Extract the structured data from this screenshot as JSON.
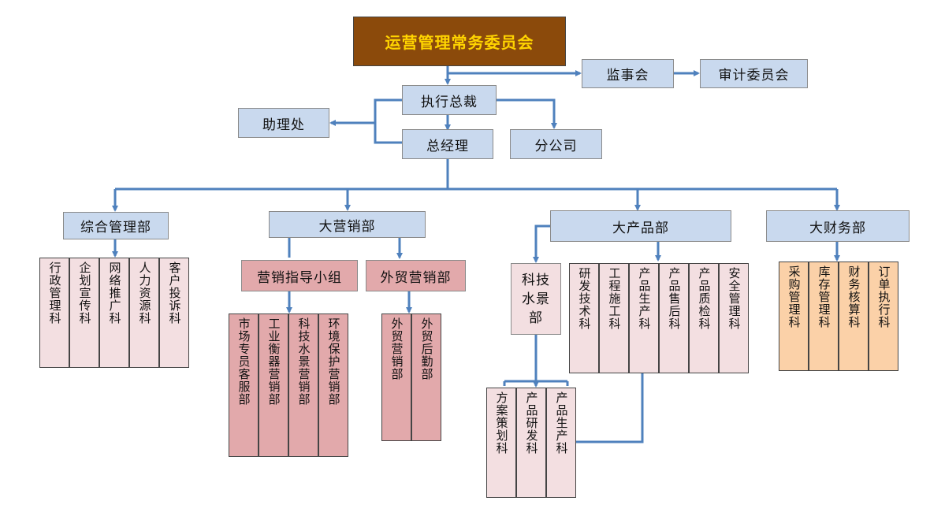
{
  "committee": "运营管理常务委员会",
  "supervisory_board": "监事会",
  "audit_committee": "审计委员会",
  "executive_president": "执行总裁",
  "assistant_office": "助理处",
  "general_manager": "总经理",
  "branch_company": "分公司",
  "departments": {
    "admin": {
      "name": "综合管理部",
      "sections": [
        "行政管理科",
        "企划宣传科",
        "网络推广科",
        "人力资源科",
        "客户投诉科"
      ]
    },
    "marketing": {
      "name": "大营销部",
      "guidance_group": {
        "name": "营销指导小组",
        "sections": [
          "市场专员客服部",
          "工业衡器营销部",
          "科技水景营销部",
          "环境保护营销部"
        ]
      },
      "foreign_trade": {
        "name": "外贸营销部",
        "sections": [
          "外贸营销部",
          "外贸后勤部"
        ]
      }
    },
    "product": {
      "name": "大产品部",
      "water_feature": {
        "name": "科技水景部",
        "sections": [
          "方案策划科",
          "产品研发科",
          "产品生产科"
        ]
      },
      "sections": [
        "研发技术科",
        "工程施工科",
        "产品生产科",
        "产品售后科",
        "产品质检科",
        "安全管理科"
      ]
    },
    "finance": {
      "name": "大财务部",
      "sections": [
        "采购管理科",
        "库存管理科",
        "财务核算科",
        "订单执行科"
      ]
    }
  },
  "colors": {
    "connector": "#4f81bd",
    "committee_fill": "#8b4a0b",
    "committee_text": "#ffd400",
    "unit_fill": "#c9d9ee",
    "section_fill": "#f3dfe1",
    "marketing_fill": "#e2a9ab",
    "finance_fill": "#fbd1a8"
  }
}
